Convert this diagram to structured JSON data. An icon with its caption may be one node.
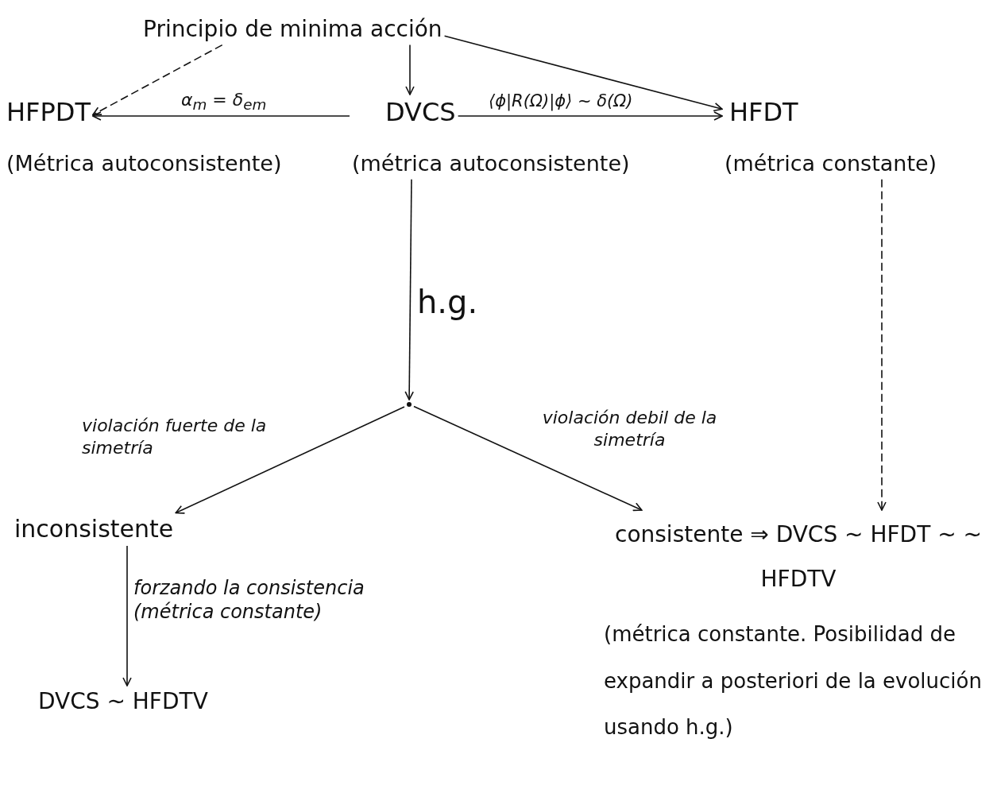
{
  "diagram": {
    "nodes": [
      {
        "text": [
          "Principio de minima acción"
        ]
      },
      {
        "text": [
          "HFPDT",
          "(Métrica autoconsistente)"
        ]
      },
      {
        "text": [
          "DVCS",
          "(métrica autoconsistente)"
        ]
      },
      {
        "text": [
          "HFDT",
          "(métrica constante)"
        ]
      },
      {
        "text": [],
        "shape": "point"
      },
      {
        "text": [
          "inconsistente"
        ]
      },
      {
        "text": [
          "consistente ⇒ DVCS ~ HFDT ~ ~ HFDTV",
          "(métrica constante. Posibilidad de expandir a posteriori de la evolución usando h.g.)"
        ]
      },
      {
        "text": [
          "DVCS ~ HFDTV"
        ]
      }
    ],
    "edges": [
      {
        "from": 0,
        "to": 1,
        "arrow": "to",
        "style": "dashed"
      },
      {
        "from": 0,
        "to": 2,
        "arrow": "to"
      },
      {
        "from": 0,
        "to": 3,
        "arrow": "to"
      },
      {
        "from": 2,
        "to": 1,
        "arrow": "to",
        "label": "α$_{m}$ = δ$_{em}$"
      },
      {
        "from": 2,
        "to": 3,
        "arrow": "to",
        "label": "⟨ϕ|R(Ω)|ϕ⟩ ~ δ(Ω)"
      },
      {
        "from": 2,
        "to": 4,
        "arrow": "to",
        "label": "h.g."
      },
      {
        "from": 4,
        "to": 5,
        "arrow": "to",
        "label": "violación fuerte de la simetría"
      },
      {
        "from": 4,
        "to": 6,
        "arrow": "to",
        "label": "violación debil de la simetría"
      },
      {
        "from": 3,
        "to": 6,
        "arrow": "to",
        "style": "dashed"
      },
      {
        "from": 5,
        "to": 7,
        "arrow": "to",
        "label": "forzando la consistencia (métrica constante)"
      }
    ]
  }
}
